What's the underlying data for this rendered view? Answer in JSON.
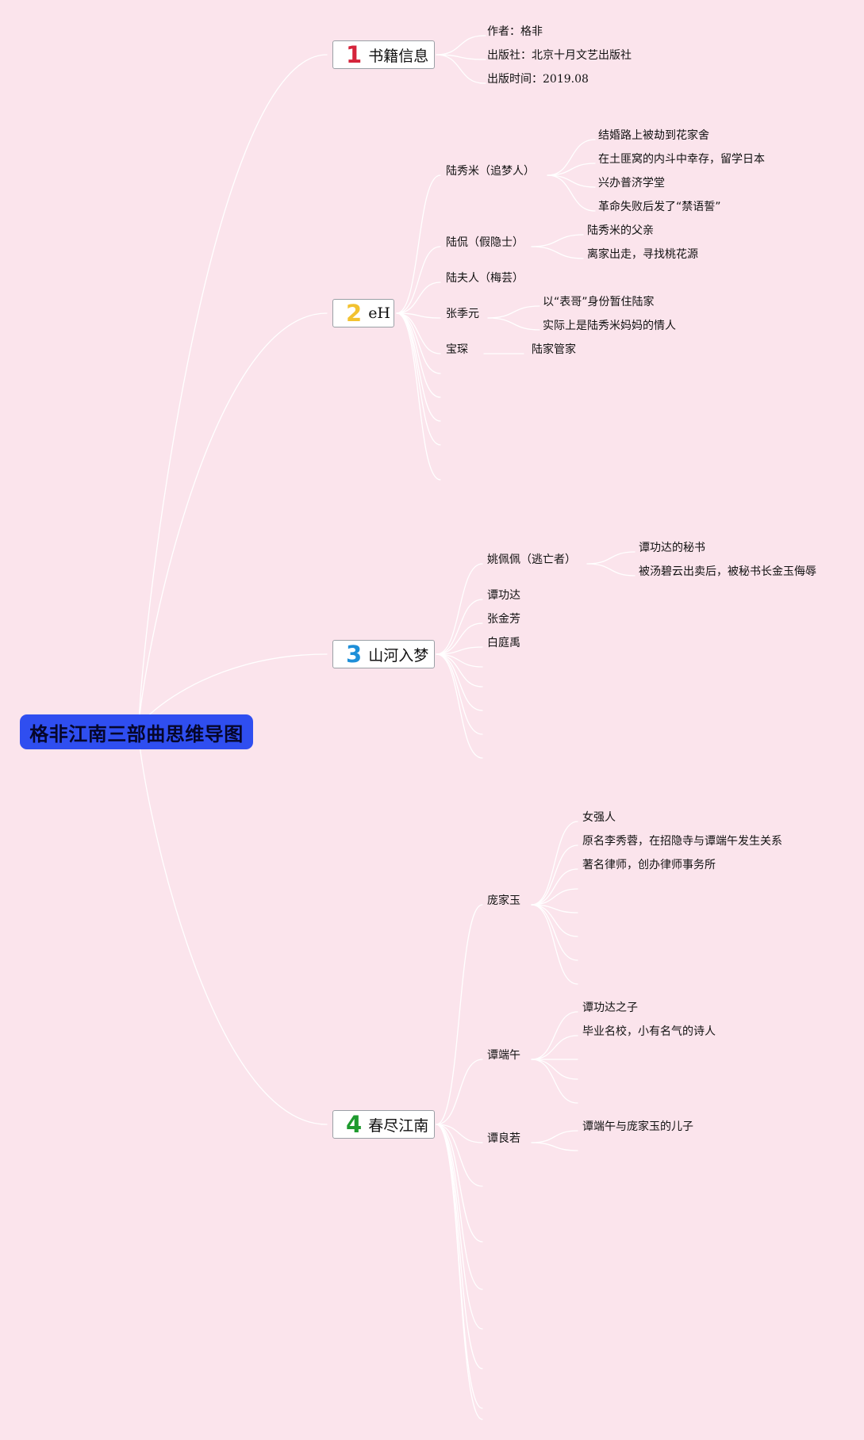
{
  "root": {
    "label": "格非江南三部曲思维导图",
    "color": "#2f4ef0"
  },
  "branches": [
    {
      "number": "1",
      "number_color": "#d5243b",
      "label": "书籍信息",
      "children": [
        {
          "label": "作者：格非",
          "children": []
        },
        {
          "label": "出版社：北京十月文艺出版社",
          "children": []
        },
        {
          "label": "出版时间：2019.08",
          "children": []
        }
      ]
    },
    {
      "number": "2",
      "number_color": "#f2c230",
      "label": "eH",
      "children": [
        {
          "label": "陆秀米（追梦人）",
          "children": [
            "结婚路上被劫到花家舍",
            "在土匪窝的内斗中幸存，留学日本",
            "兴办普济学堂",
            "革命失败后发了“禁语誓”"
          ]
        },
        {
          "label": "陆侃（假隐士）",
          "children": [
            "陆秀米的父亲",
            "离家出走，寻找桃花源"
          ]
        },
        {
          "label": "陆夫人（梅芸）",
          "children": []
        },
        {
          "label": "张季元",
          "children": [
            "以“表哥”身份暂住陆家",
            "实际上是陆秀米妈妈的情人"
          ]
        },
        {
          "label": "宝琛",
          "children": [
            "陆家管家"
          ]
        }
      ]
    },
    {
      "number": "3",
      "number_color": "#1e8fd8",
      "label": "山河入梦",
      "children": [
        {
          "label": "姚佩佩（逃亡者）",
          "children": [
            "谭功达的秘书",
            "被汤碧云出卖后，被秘书长金玉侮辱"
          ]
        },
        {
          "label": "谭功达",
          "children": []
        },
        {
          "label": "张金芳",
          "children": []
        },
        {
          "label": "白庭禹",
          "children": []
        }
      ]
    },
    {
      "number": "4",
      "number_color": "#1e9a2e",
      "label": "春尽江南",
      "children": [
        {
          "label": "庞家玉",
          "children": [
            "女强人",
            "原名李秀蓉，在招隐寺与谭端午发生关系",
            "著名律师，创办律师事务所"
          ]
        },
        {
          "label": "谭端午",
          "children": [
            "谭功达之子",
            "毕业名校，小有名气的诗人"
          ]
        },
        {
          "label": "谭良若",
          "children": [
            "谭端午与庞家玉的儿子"
          ]
        }
      ]
    }
  ]
}
